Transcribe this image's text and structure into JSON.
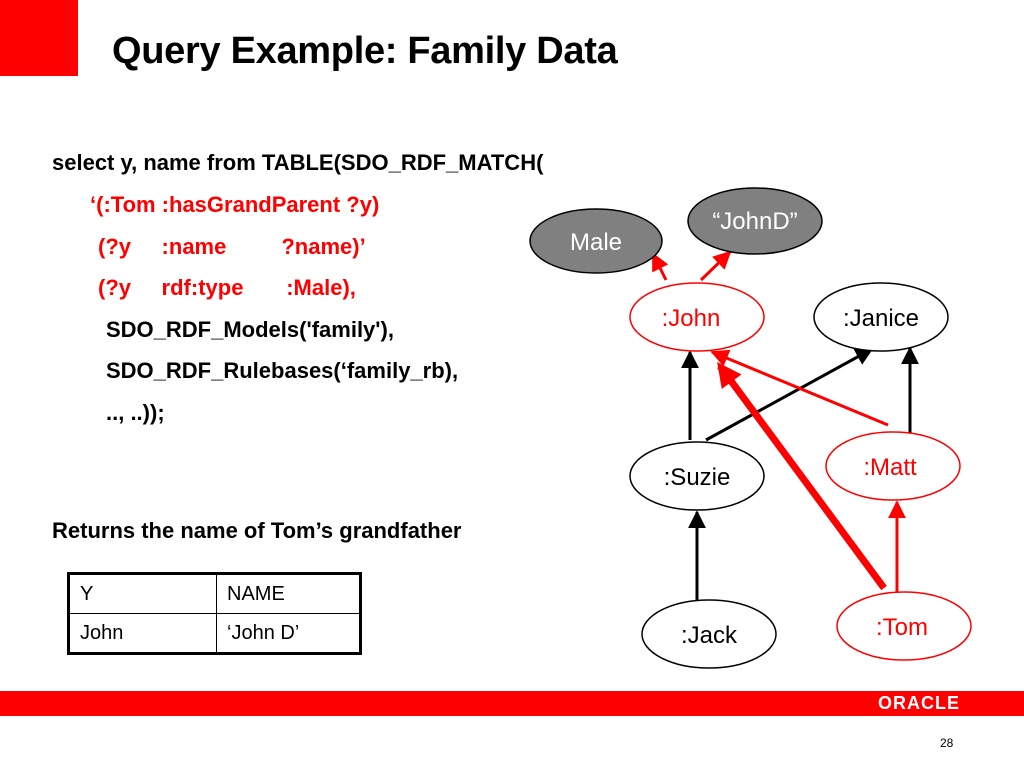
{
  "slide": {
    "title": "Query Example: Family Data",
    "page_number": "28",
    "logo_text": "ORACLE"
  },
  "query": {
    "line1": "select y, name from TABLE(SDO_RDF_MATCH(",
    "line2": "‘(:Tom :hasGrandParent ?y)",
    "line3": "(?y     :name         ?name)’",
    "line4": "(?y     rdf:type       :Male),",
    "line5": "SDO_RDF_Models('family'),",
    "line6": "SDO_RDF_Rulebases(‘family_rb),",
    "line7": ".., ..));"
  },
  "returns_text": "Returns the name of Tom’s grandfather",
  "result_table": {
    "headers": [
      "Y",
      "NAME"
    ],
    "rows": [
      [
        "John",
        "‘John D’"
      ]
    ]
  },
  "diagram": {
    "nodes": {
      "male": ":Male",
      "male_label": "Male",
      "johnd": "“JohnD”",
      "john": ":John",
      "janice": ":Janice",
      "suzie": ":Suzie",
      "matt": ":Matt",
      "jack": ":Jack",
      "tom": ":Tom"
    },
    "colors": {
      "highlight": "#ff0000",
      "normal": "#000000",
      "literal_fill": "#808080"
    }
  }
}
